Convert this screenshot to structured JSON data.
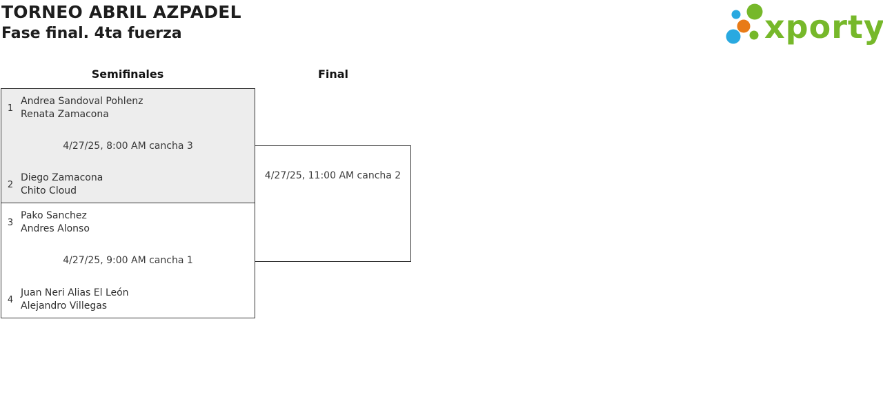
{
  "header": {
    "title": "TORNEO ABRIL AZPADEL",
    "subtitle": "Fase final. 4ta fuerza"
  },
  "logo": {
    "text": "xporty",
    "colors": {
      "green": "#76b82a",
      "blue": "#29a9e0",
      "orange": "#e87b17"
    }
  },
  "bracket": {
    "highlight_bg": "#ededed",
    "rounds": [
      {
        "label": "Semifinales"
      },
      {
        "label": "Final"
      }
    ],
    "matches": [
      {
        "round": "Semifinales",
        "info": "4/27/25, 8:00 AM cancha 3",
        "team1": {
          "seed": "1",
          "players": [
            "Andrea Sandoval Pohlenz",
            "Renata Zamacona"
          ]
        },
        "team2": {
          "seed": "2",
          "players": [
            "Diego Zamacona",
            "Chito Cloud"
          ]
        }
      },
      {
        "round": "Semifinales",
        "info": "4/27/25, 9:00 AM cancha 1",
        "team1": {
          "seed": "3",
          "players": [
            "Pako Sanchez",
            "Andres Alonso"
          ]
        },
        "team2": {
          "seed": "4",
          "players": [
            "Juan Neri Alias El León",
            "Alejandro Villegas"
          ]
        }
      },
      {
        "round": "Final",
        "info": "4/27/25, 11:00 AM cancha 2"
      }
    ]
  }
}
